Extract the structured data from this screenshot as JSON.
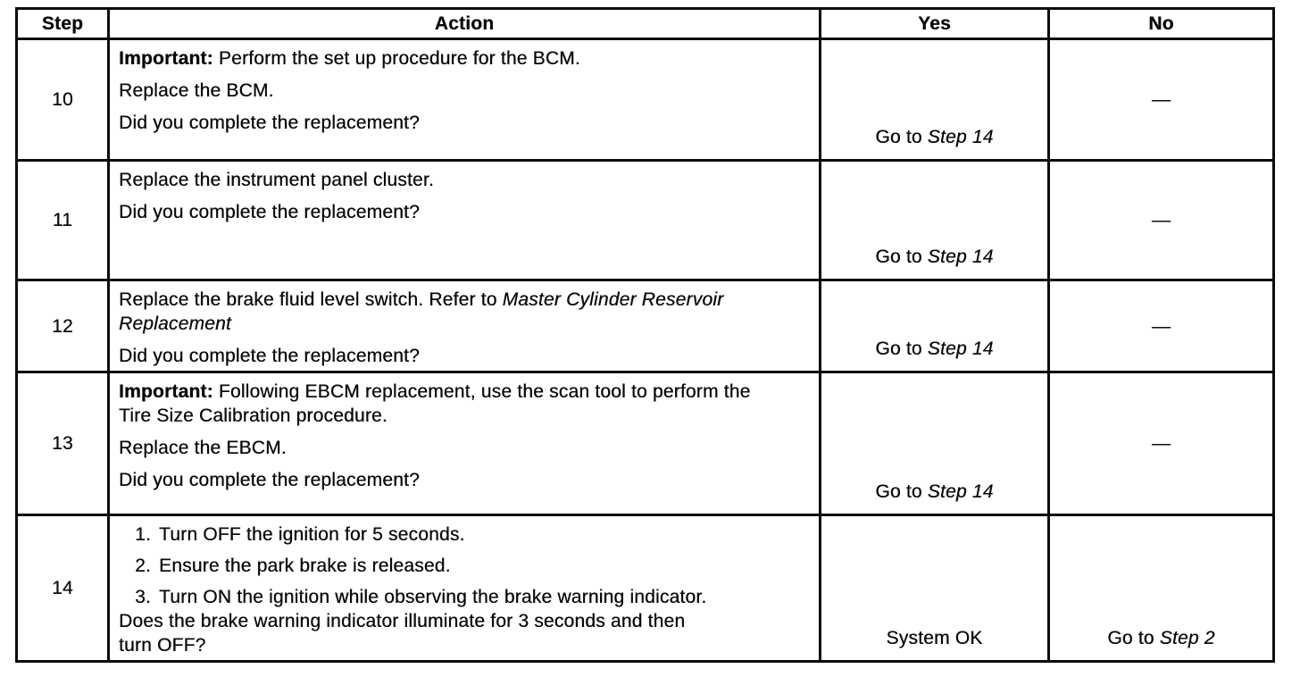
{
  "header": {
    "step": "Step",
    "action": "Action",
    "yes": "Yes",
    "no": "No"
  },
  "rows": [
    {
      "step": "10",
      "important_label": "Important:",
      "important_rest": " Perform the set up procedure for the BCM.",
      "para2": "Replace the BCM.",
      "question": "Did you complete the replacement?",
      "yes_prefix": "Go to ",
      "yes_ref": "Step 14",
      "no": "—"
    },
    {
      "step": "11",
      "para1": "Replace the instrument panel cluster.",
      "question": "Did you complete the replacement?",
      "yes_prefix": "Go to ",
      "yes_ref": "Step 14",
      "no": "—"
    },
    {
      "step": "12",
      "para1_normal": "Replace the brake fluid level switch. Refer to ",
      "para1_italic": "Master Cylinder Reservoir Replacement",
      "question": "Did you complete the replacement?",
      "yes_prefix": "Go to ",
      "yes_ref": "Step 14",
      "no": "—"
    },
    {
      "step": "13",
      "important_label": "Important:",
      "important_rest": " Following EBCM replacement, use the scan tool to perform the Tire Size Calibration procedure.",
      "para2": "Replace the EBCM.",
      "question": "Did you complete the replacement?",
      "yes_prefix": "Go to ",
      "yes_ref": "Step 14",
      "no": "—"
    },
    {
      "step": "14",
      "list": [
        {
          "num": "1.",
          "text": "Turn OFF the ignition for 5 seconds."
        },
        {
          "num": "2.",
          "text": "Ensure the park brake is released."
        },
        {
          "num": "3.",
          "text": "Turn ON the ignition while observing the brake warning indicator."
        }
      ],
      "question": "Does the brake warning indicator illuminate for 3 seconds and then turn OFF?",
      "yes": "System OK",
      "no_prefix": "Go to ",
      "no_ref": "Step 2"
    }
  ]
}
